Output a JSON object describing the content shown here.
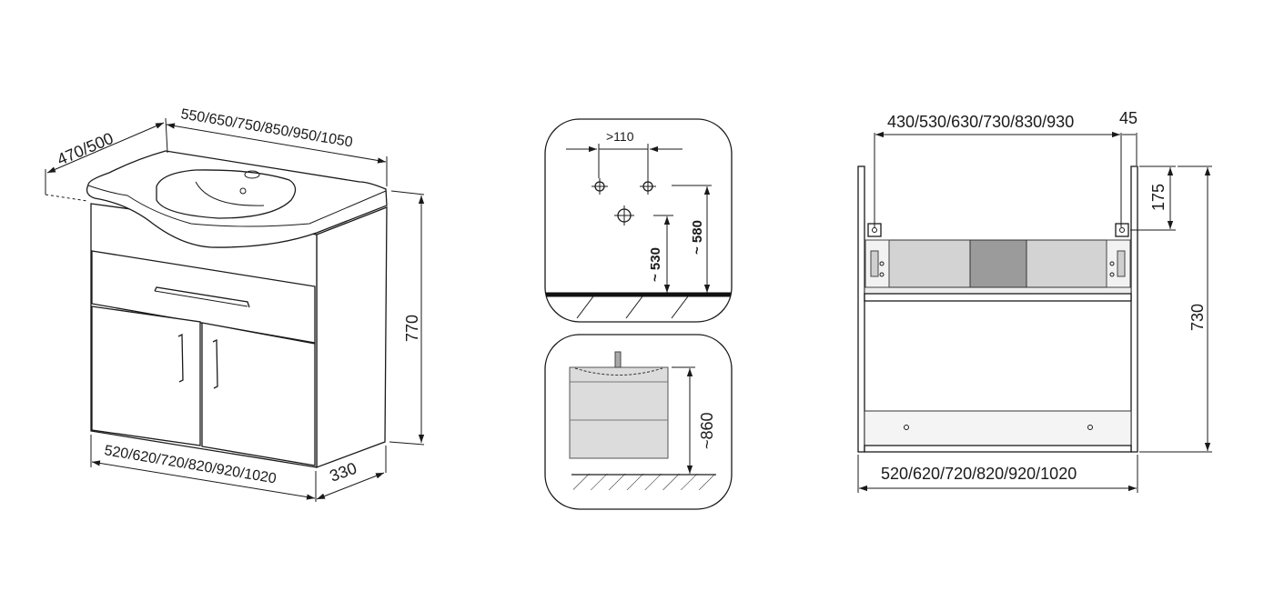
{
  "cabinet_view": {
    "depth_label": "470/500",
    "sink_width_label": "550/650/750/850/950/1050",
    "height_label": "770",
    "body_width_label": "520/620/720/820/920/1020",
    "body_depth_label": "330"
  },
  "plumbing_detail": {
    "spacing_label": ">110",
    "drain_height_label": "~ 530",
    "supply_height_label": "~ 580"
  },
  "install_detail": {
    "top_height_label": "~860"
  },
  "rear_view": {
    "inner_width_label": "430/530/630/730/830/930",
    "offset_label": "45",
    "hanger_label": "175",
    "height_label": "730",
    "outer_width_label": "520/620/720/820/920/1020"
  }
}
